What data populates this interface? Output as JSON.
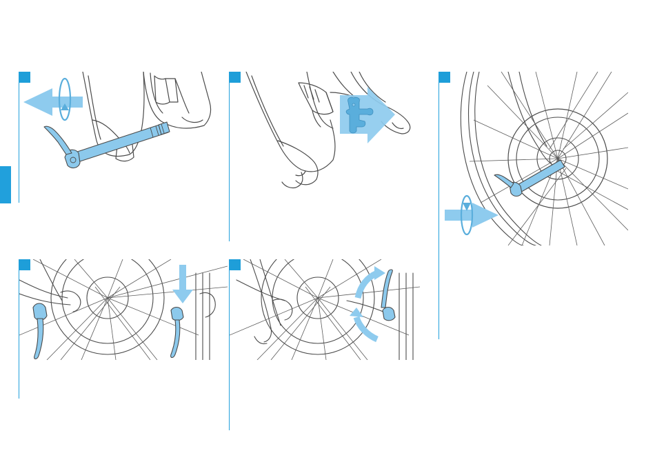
{
  "colors": {
    "accent": "#21a0dc",
    "part_fill": "#8cc9ec",
    "arrow_fill": "#8ecbee",
    "line": "#4a4a4a"
  },
  "steps": [
    {
      "number": "",
      "illustration": "remove-axle"
    },
    {
      "number": "",
      "illustration": "insert-brake-pad-spacer"
    },
    {
      "number": "",
      "illustration": "insert-axle-into-wheel"
    },
    {
      "number": "",
      "illustration": "lever-open-push-in"
    },
    {
      "number": "",
      "illustration": "close-lever"
    }
  ]
}
